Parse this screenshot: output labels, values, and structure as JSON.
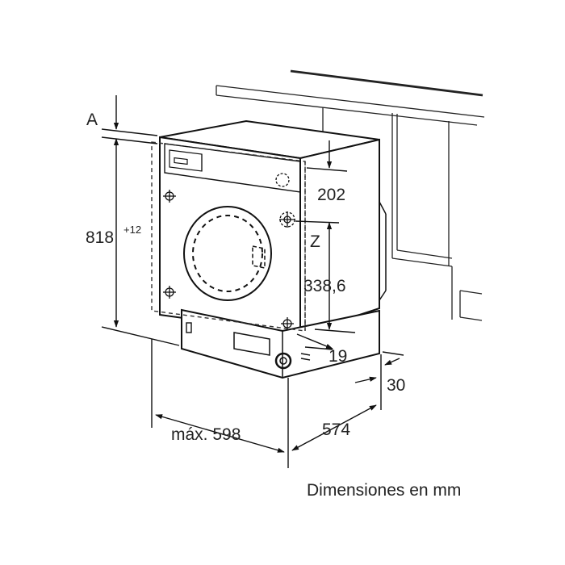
{
  "labels": {
    "a": "A",
    "height_main": "818",
    "height_tolerance": "+12",
    "top_offset": "202",
    "z": "Z",
    "z_height": "338,6",
    "base_offset": "19",
    "depth_offset": "30",
    "width": "máx. 598",
    "depth": "574"
  },
  "caption": "Dimensiones en mm"
}
